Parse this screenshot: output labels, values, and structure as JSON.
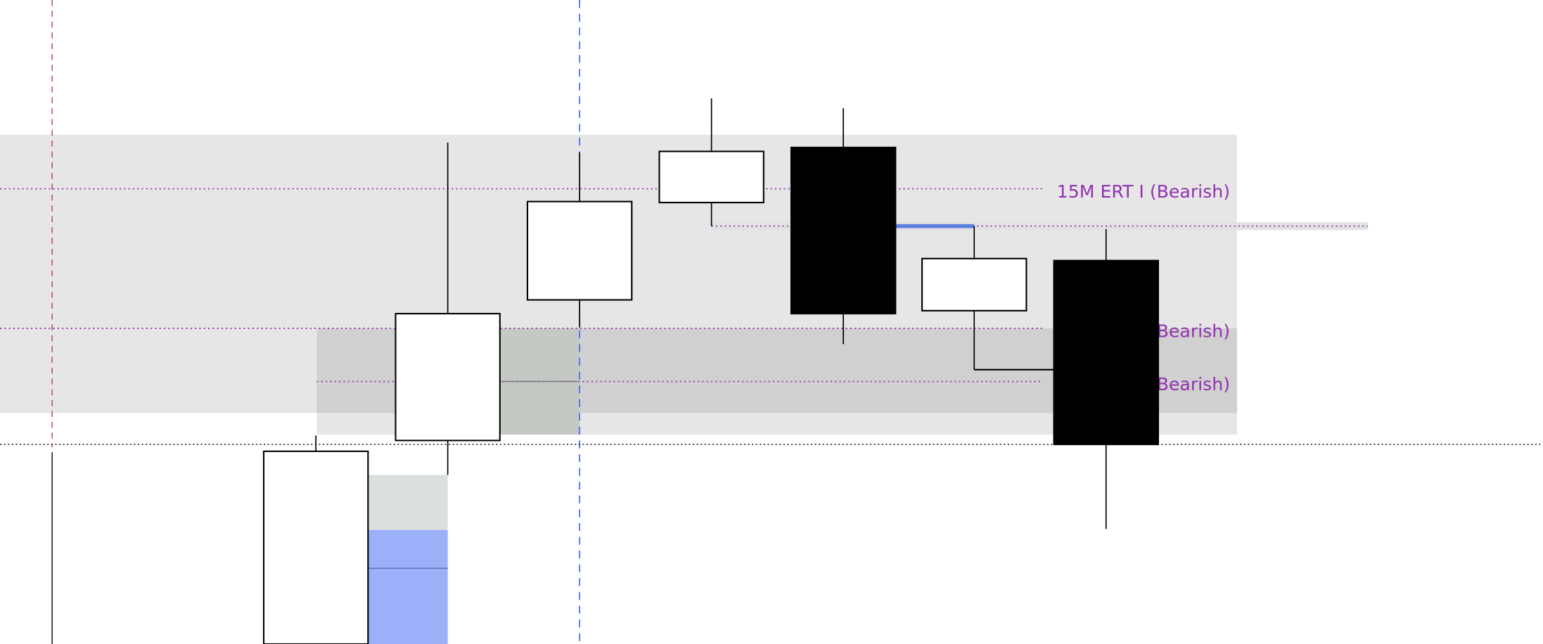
{
  "chart_data": {
    "type": "candlestick",
    "title": "",
    "xlabel": "",
    "ylabel": "",
    "ylim": [
      0,
      655
    ],
    "grid": false,
    "candles": [
      {
        "open": 196,
        "high": 212,
        "low": 0,
        "close": 0,
        "direction": "up"
      },
      {
        "open": 207,
        "high": 510,
        "low": 172,
        "close": 336,
        "direction": "up"
      },
      {
        "open": 350,
        "high": 500,
        "low": 322,
        "close": 450,
        "direction": "up"
      },
      {
        "open": 449,
        "high": 555,
        "low": 425,
        "close": 501,
        "direction": "up"
      },
      {
        "open": 505,
        "high": 545,
        "low": 305,
        "close": 336,
        "direction": "down"
      },
      {
        "open": 339,
        "high": 425,
        "low": 279,
        "close": 392,
        "direction": "up"
      },
      {
        "open": 390,
        "high": 422,
        "low": 117,
        "close": 203,
        "direction": "down"
      }
    ],
    "levels": [
      {
        "label": "15M ERT I (Bearish)",
        "price": 463
      },
      {
        "label": "(Bearish)",
        "price": 321
      },
      {
        "label": "(Bearish)",
        "price": 267
      },
      {
        "label": "",
        "price": 425
      }
    ],
    "zones": [
      {
        "top": 518,
        "bottom": 235,
        "color": "#e6e6e6"
      },
      {
        "top": 321,
        "bottom": 235,
        "color": "#d0d0d0"
      }
    ],
    "colors": {
      "label": "#9231b0",
      "highlight": "#5b7de0",
      "fvg": "#9bb0f8",
      "red_line": "#b04040",
      "blue_line": "#3d6af0"
    }
  }
}
